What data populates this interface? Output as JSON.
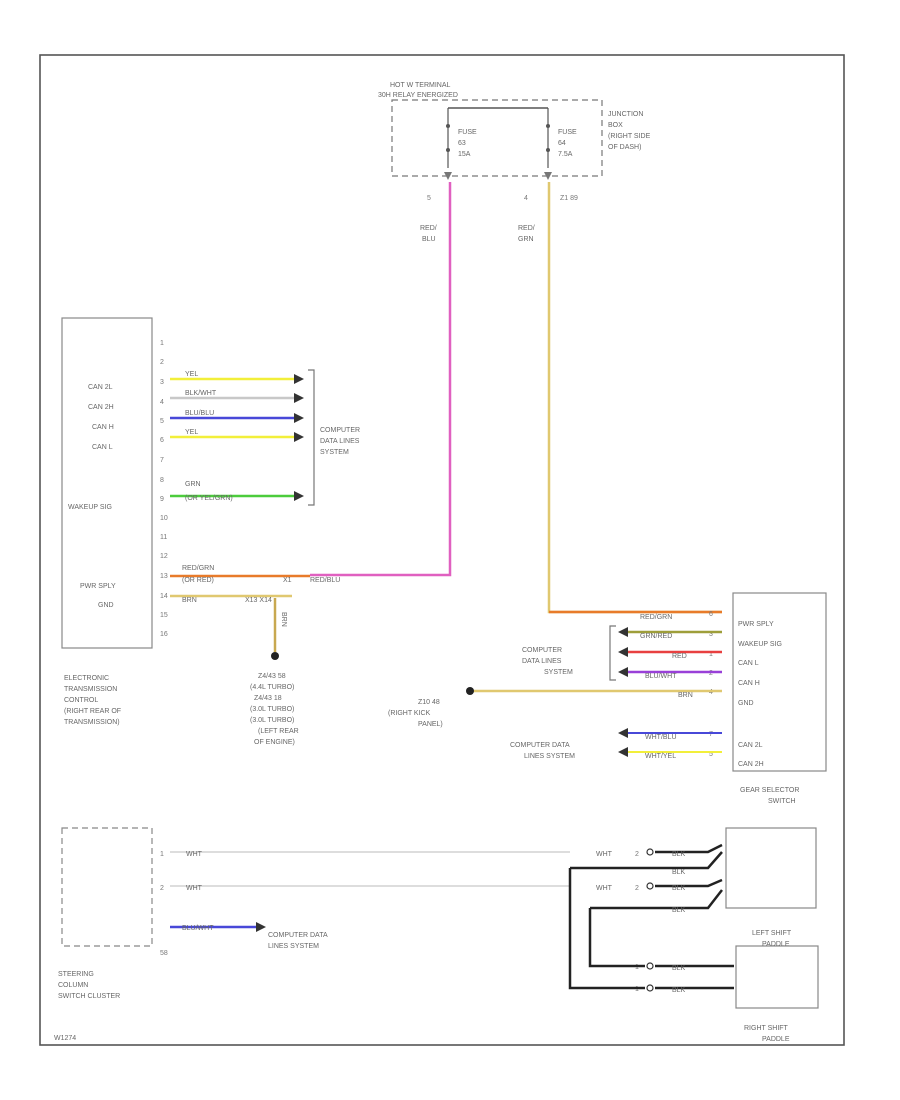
{
  "fuse_box": {
    "header_line1": "HOT W TERMINAL",
    "header_line2": "30H RELAY ENERGIZED",
    "label_lines": [
      "JUNCTION",
      "BOX",
      "(RIGHT SIDE",
      "OF DASH)"
    ],
    "fuse1": [
      "FUSE",
      "63",
      "15A"
    ],
    "fuse2": [
      "FUSE",
      "64",
      "7.5A"
    ],
    "pin1": "5",
    "pin2": "4",
    "pin2_connector": "Z1 89",
    "wire1_color": [
      "RED/",
      "BLU"
    ],
    "wire2_color": [
      "RED/",
      "GRN"
    ]
  },
  "tcm": {
    "pins": [
      "1",
      "2",
      "3",
      "4",
      "5",
      "6",
      "7",
      "8",
      "9",
      "10",
      "11",
      "12",
      "13",
      "14",
      "15",
      "16"
    ],
    "signals": {
      "can_2l": "CAN 2L",
      "can_2h": "CAN 2H",
      "can_h": "CAN H",
      "can_l": "CAN L",
      "wakeup": "WAKEUP SIG",
      "pwr": "PWR SPLY",
      "gnd": "GND"
    },
    "wires": {
      "w1": "YEL",
      "w2": "BLK/WHT",
      "w3": "BLU/BLU",
      "w4": "YEL",
      "w5a": "GRN",
      "w5b": "(OR YEL/GRN)",
      "pwr_a": "RED/GRN",
      "pwr_b": "(OR RED)",
      "pwr_splice": "X1",
      "pwr_c": "RED/BLU",
      "gnd_a": "BRN",
      "gnd_b": "X13 X14",
      "gnd_drop": "BRN"
    },
    "bracket_label": [
      "COMPUTER",
      "DATA LINES",
      "SYSTEM"
    ],
    "name_lines": [
      "ELECTRONIC",
      "TRANSMISSION",
      "CONTROL",
      "(RIGHT REAR OF",
      "TRANSMISSION)"
    ]
  },
  "ground_engine": {
    "lines": [
      "Z4/43 58",
      "(4.4L TURBO)",
      "Z4/43 18",
      "(3.0L TURBO)",
      "(3.0L TURBO)",
      "(LEFT REAR",
      "OF ENGINE)"
    ]
  },
  "gear_selector": {
    "signals": [
      "PWR SPLY",
      "WAKEUP SIG",
      "CAN L",
      "CAN H",
      "GND",
      "CAN 2L",
      "CAN 2H"
    ],
    "wires": {
      "pwr": "RED/GRN",
      "wake": "GRN/RED",
      "can_l": "RED",
      "can_h": "BLU/WHT",
      "gnd": "BRN",
      "can2l": "WHT/BLU",
      "can2h": "WHT/YEL"
    },
    "pins": [
      "6",
      "3",
      "1",
      "2",
      "4",
      "7",
      "5"
    ],
    "bracket_label": [
      "COMPUTER",
      "DATA LINES",
      "SYSTEM"
    ],
    "ground_label": [
      "Z10 48",
      "(RIGHT KICK",
      "PANEL)"
    ],
    "data_label": [
      "COMPUTER DATA",
      "LINES SYSTEM"
    ],
    "name_lines": [
      "GEAR SELECTOR",
      "SWITCH"
    ]
  },
  "steering": {
    "pins": [
      "1",
      "2",
      "58"
    ],
    "wires": [
      "WHT",
      "WHT",
      "BLU/WHT"
    ],
    "data_label": [
      "COMPUTER DATA",
      "LINES SYSTEM"
    ],
    "name_lines": [
      "STEERING",
      "COLUMN",
      "SWITCH CLUSTER"
    ]
  },
  "paddles": {
    "wires": [
      "WHT",
      "WHT"
    ],
    "pins": [
      "2",
      "2"
    ],
    "blk_labels": [
      "BLK",
      "BLK",
      "BLK",
      "BLK",
      "BLK",
      "BLK"
    ],
    "pins_right": [
      "1",
      "1"
    ],
    "left_name": [
      "LEFT SHIFT",
      "PADDLE"
    ],
    "right_name": [
      "RIGHT SHIFT",
      "PADDLE"
    ]
  },
  "footer_id": "W1274",
  "colors": {
    "yellow": "#f2ef3a",
    "white_wire": "#c8c8c8",
    "blue": "#4848d8",
    "green": "#4ccc3c",
    "orange": "#e87b2a",
    "pink": "#e060c0",
    "tan": "#e0c870",
    "red": "#e84040",
    "purple": "#9940d8",
    "black": "#222222"
  }
}
